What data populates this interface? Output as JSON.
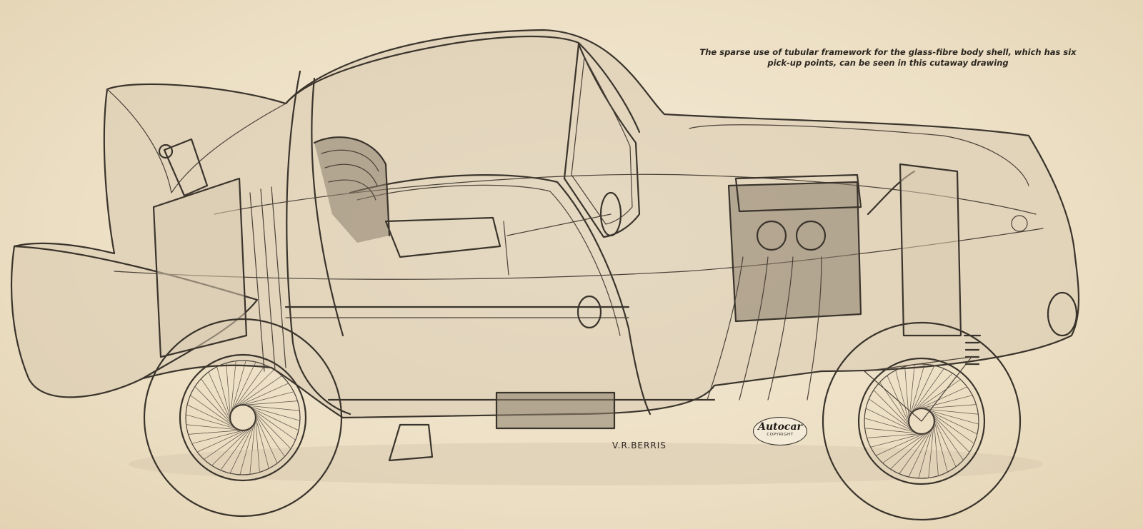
{
  "caption": "The sparse use of tubular framework for the glass-fibre body shell, which has six pick-up points, can be seen in this cutaway drawing",
  "artist_signature": "V.R.BERRIS",
  "publisher_badge": {
    "title": "Autocar",
    "subtitle": "COPYRIGHT"
  },
  "colors": {
    "paper": "#efe3cc",
    "ink": "#3a342c"
  }
}
